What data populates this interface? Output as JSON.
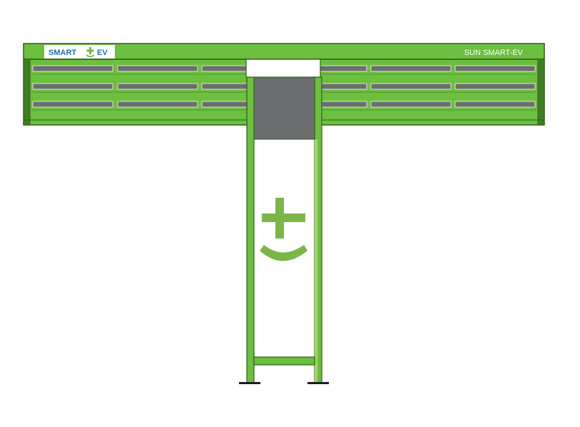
{
  "logo": {
    "text_left": "SMART",
    "text_right": "EV",
    "text_color": "#1f6fb3",
    "mark_color": "#7ab648"
  },
  "canopy": {
    "label": "SUN SMART-EV",
    "color": "#6cbf3f",
    "edge_color": "#3f7d25",
    "panel_color": "#6b6e6f",
    "panel_rows": 3,
    "panel_columns": 6
  },
  "column": {
    "frame_color": "#6cbf3f",
    "head_color": "#ffffff",
    "display_color": "#6b6e6f",
    "mark_color": "#7ab648"
  }
}
